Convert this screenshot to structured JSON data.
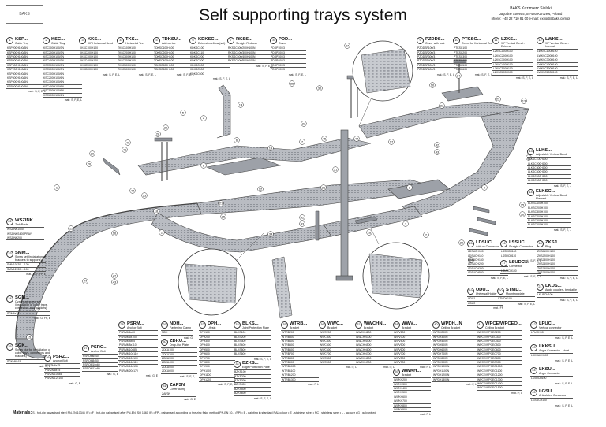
{
  "header": {
    "title": "Self supporting trays system",
    "logo_text": "BAKS",
    "company_name": "BAKS Kazimierz Sielski",
    "company_address": "Jagodne Street 5, 05-480 Karczew, Poland",
    "company_contact": "phone: +48 22 710 81 00 e-mail: export@baks.com.pl"
  },
  "parts": [
    {
      "num": "1",
      "code": "KSP...",
      "desc": "Cable Tray",
      "rows": [
        "KSP200H100/3N",
        "KSP300H100/3N",
        "KSP400H100/3N",
        "KSP500H100/3N",
        "KSP600H100/3N",
        "KSP200H100/6N",
        "KSP300H100/6N",
        "KSP400H100/6N",
        "KSP500H100/6N",
        "KSP600H100/6N"
      ],
      "mat": "mat.: S, F, E, L"
    },
    {
      "num": "2",
      "code": "KSC...",
      "desc": "Cable Tray",
      "rows": [
        "KSC100H100/3N",
        "KSC200H100/3N",
        "KSC300H100/3N",
        "KSC400H100/3N",
        "KSC500H100/3N",
        "KSC600H100/3N",
        "KSC100H100/6N",
        "KSC200H100/6N",
        "KSC300H100/6N",
        "KSC400H100/6N",
        "KSC500H100/6N",
        "KSC600H100/6N"
      ],
      "mat": "mat.: S, F, E, L"
    },
    {
      "num": "3",
      "code": "KKS...",
      "desc": "90° Horizontal Bend",
      "rows": [
        "KKSC100H100",
        "KKSC200H100",
        "KKSC300H100",
        "KKSC400H100",
        "KKSC500H100",
        "KKSC600H100"
      ],
      "mat": "mat.: S, F, E, L"
    },
    {
      "num": "4",
      "code": "TKS...",
      "desc": "Horizontal Tee",
      "rows": [
        "TKSC100H100",
        "TKSC200H100",
        "TKSC300H100",
        "TKSC400H100",
        "TKSC500H100",
        "TKSC600H100"
      ],
      "mat": "mat.: S, F, E, L"
    },
    {
      "num": "5",
      "code": "TDKSU...",
      "desc": "Add-on tee",
      "rows": [
        "TDKSC100H100",
        "TDKSC200H100",
        "TDKSC300H100",
        "TDKSC400H100",
        "TDKSC500H100",
        "TDKSC600H100"
      ],
      "mat": "mat.: S, F, E, L"
    },
    {
      "num": "6",
      "code": "KDKSC...",
      "desc": "Extension elbow (set)",
      "rows": [
        "KDKSC100",
        "KDKSC110",
        "KDKSC200",
        "KDKSC300",
        "KDKSC400",
        "KDKSC500",
        "KDKSC600"
      ],
      "mat": "mat.: S, F, E, L"
    },
    {
      "num": "7",
      "code": "RKSS...",
      "desc": "Straight Reducer",
      "rows": [
        "RKSSC300/200H100N",
        "RKSSC400/300H100N",
        "RKSSC500/400H100N",
        "RKSSC600/500H100N"
      ],
      "mat": "mat.: S, F, E, L"
    },
    {
      "num": "8",
      "code": "PDD...",
      "desc": "Cover",
      "rows": [
        "PDDP100/3",
        "PDDP200/3",
        "PDDP300/3",
        "PDDP400/3",
        "PDDP500/3",
        "PDDP600/3"
      ],
      "mat": "mat.: S, F, E, L"
    },
    {
      "num": "9",
      "code": "PZDDS...",
      "desc": "Cover with lock",
      "rows": [
        "PZDDSP100/3",
        "PZDDSP200/3",
        "PZDDSP300/3",
        "PZDDSP400/3",
        "PZDDSP500/3",
        "PZDDSP600/3"
      ],
      "mat": "mat.: S, F, E, L"
    },
    {
      "num": "10",
      "code": "PTKSC...",
      "desc": "Cover for Horizontal Tee",
      "rows": [
        "PTKSC100",
        "PTKSC200",
        "PTKSC300",
        "PTKSC400",
        "PTKSC500",
        "PTKSC600"
      ],
      "mat": "mat.: S, F, E, L"
    },
    {
      "num": "11",
      "code": "LZKS...",
      "desc": "90° Vertical Bend - External",
      "rows": [
        "LZKSC100H100",
        "LZKSC200H100",
        "LZKSC300H100",
        "LZKSC400H100",
        "LZKSC500H100",
        "LZKSC600H100"
      ],
      "mat": "mat.: S, F, E, L"
    },
    {
      "num": "12",
      "code": "LWKS...",
      "desc": "90° Vertical Bend - Internal",
      "rows": [
        "LWKSC100H100",
        "LWKSC200H100",
        "LWKSC300H100",
        "LWKSC400H100",
        "LWKSC500H100",
        "LWKSC600H100"
      ],
      "mat": "mat.: S, F, E, L"
    },
    {
      "num": "13",
      "code": "LLKS...",
      "desc": "Adjustable Vertical Bend",
      "rows": [
        "LLKSC100H100",
        "LLKSC200H100",
        "LLKSC300H100",
        "LLKSC400H100",
        "LLKSC500H100",
        "LLKSC600H100"
      ],
      "mat": "mat.: S, F, E, L"
    },
    {
      "num": "14",
      "code": "ELKSC...",
      "desc": "Adjustable Vertical Bend Element",
      "rows": [
        "ELKSC100H100",
        "ELKSC200H100",
        "ELKSC300H100",
        "ELKSC400H100",
        "ELKSC500H100",
        "ELKSC600H100"
      ],
      "mat": "mat.: S, F, E, L"
    },
    {
      "num": "15",
      "code": "LDSUC...",
      "desc": "Add-on Connector",
      "rows": [
        "LDSUCH100",
        "LDSUCH110",
        "LDSUCH150",
        "LDSUCH200",
        "LDSUCH300",
        "LDSUCH500"
      ],
      "mat": "mat.: S, F, E, L"
    },
    {
      "num": "16",
      "code": "LSSUC...",
      "desc": "Straight Connector",
      "rows": [
        "LSSUCH100",
        "LSSUCH110"
      ],
      "mat": "mat.: S, F, E, L"
    },
    {
      "num": "17",
      "code": "LSUDC...",
      "desc": "Connector",
      "rows": [
        "LSUDCH100"
      ],
      "mat": "mat.: S, F, E, L"
    },
    {
      "num": "18",
      "code": "ZKSJ...",
      "desc": "Plug",
      "rows": [
        "ZKSJ100H100",
        "ZKSJ200H100",
        "ZKSJ300H100",
        "ZKSJ400H100",
        "ZKSJ500H100",
        "ZKSJ600H100"
      ],
      "mat": "mat.: S, F, E, L"
    },
    {
      "num": "19",
      "code": "UDU...",
      "desc": "Universal Holder",
      "rows": [
        "UDU1",
        "UDU2"
      ],
      "mat": "mat.: FP"
    },
    {
      "num": "20",
      "code": "STMD...",
      "desc": "Mounting plate",
      "rows": [
        "STMDH100"
      ],
      "mat": "mat.: S, F, E, L"
    },
    {
      "num": "21",
      "code": "LKUS...",
      "desc": "Angle coupler - bendable",
      "rows": [
        "LKUSCH100"
      ],
      "mat": "mat.: S, F, E, L"
    },
    {
      "num": "22",
      "code": "WSZINK",
      "desc": "Zink Paste",
      "rows": [
        "WSZINK1000",
        "WSZINKS400/PRAY",
        "WSZINK200"
      ],
      "mat": ""
    },
    {
      "num": "23",
      "code": "SMM...",
      "desc": "Screw set (installation of brackets to supports)",
      "rows": [
        "SMM10x20 ... 120",
        "SMM12x30 ... 100"
      ],
      "mat": "mat.: G, F, FP, E"
    },
    {
      "num": "24",
      "code": "SGM...",
      "desc": "Oval head screw set (installation of cable trays, connectors and brackets)",
      "rows": [
        "SGM6x15"
      ],
      "mat": "mat.: G, FP, E"
    },
    {
      "num": "25",
      "code": "SGK...",
      "desc": "Screw Nut for (installation of cable trays, connectors and brackets)",
      "rows": [
        "SGKM6x15"
      ],
      "mat": "mat.: G, E"
    },
    {
      "num": "26",
      "code": "PSRZ...",
      "desc": "Anchor Bolt",
      "rows": [
        "PSRZM6x75",
        "PSRZM8x75",
        "PSRZM10x85",
        "PSRZM12x100"
      ],
      "mat": "mat.: G, E"
    },
    {
      "num": "27",
      "code": "PSRO...",
      "desc": "Anchor Bolt",
      "rows": [
        "PSROM6x40",
        "PSROM8x50",
        "PSROM10x60",
        "PSROM12x80"
      ],
      "mat": "mat.: G, E"
    },
    {
      "num": "28",
      "code": "PSRM...",
      "desc": "Anchor Bolt",
      "rows": [
        "PSRMM6x60",
        "PSRMM6x100",
        "PSRMM8x65",
        "PSRMM8x110",
        "PSRMM10x85",
        "PSRMM10x110",
        "PSRMM12x100",
        "PSRMM16x115",
        "PSRMM16x135",
        "PSRMM20x170"
      ],
      "mat": "mat.: G, E"
    },
    {
      "num": "29",
      "code": "NDH...",
      "desc": "Fastening Clamp",
      "rows": [
        "NDH"
      ],
      "mat": "mat.: G"
    },
    {
      "num": "30",
      "code": "ZDKU...",
      "desc": "Drop-Out Plate",
      "rows": [
        "ZDKU100",
        "ZDKU200",
        "ZDKU300",
        "ZDKU400",
        "ZDKU500",
        "ZDKU600"
      ],
      "mat": "mat.: S, F, E, L"
    },
    {
      "num": "31",
      "code": "ZAP3N",
      "desc": "Cover clamp",
      "rows": [
        "ZAP3N"
      ],
      "mat": "mat.: G, E"
    },
    {
      "num": "32",
      "code": "DPH...",
      "desc": "Lifesin",
      "rows": [
        "DPH100",
        "DPH200",
        "DPH300",
        "DPH400",
        "DPH500",
        "DPH600",
        "DPH700",
        "DPH800",
        "DPH900",
        "DPH1000",
        "DPH1100",
        "DPH1200"
      ],
      "mat": "mat.: S, F, E, L"
    },
    {
      "num": "33",
      "code": "BLKS...",
      "desc": "Joint Protection Plate",
      "rows": [
        "BLKS100",
        "BLKS200",
        "BLKS300",
        "BLKS400",
        "BLKS500",
        "BLKS600"
      ],
      "mat": "mat.: S, F, E, L"
    },
    {
      "num": "34",
      "code": "BZKS...",
      "desc": "Edge Protection Plate",
      "rows": [
        "BZKS100",
        "BZKS200",
        "BZKS300",
        "BZKS400",
        "BZKS500",
        "BZKS600"
      ],
      "mat": "mat.: S, F, E, L"
    },
    {
      "num": "35",
      "code": "WTRB...",
      "desc": "Bracket",
      "rows": [
        "WTRB200",
        "WTRB300",
        "WTRB400",
        "WTRB500",
        "WTRB600",
        "WTRB700",
        "WTRB800",
        "WTRB900",
        "WTRB1000",
        "WTRB1100",
        "WTRB1200",
        "WTRB1300"
      ],
      "mat": "mat.: F, L"
    },
    {
      "num": "36",
      "code": "WWC...",
      "desc": "Bracket",
      "rows": [
        "WWC200",
        "WWC300",
        "WWC400",
        "WWC500",
        "WWC600",
        "WWC700",
        "WWC800",
        "WWC900"
      ],
      "mat": "mat.: F, L"
    },
    {
      "num": "37",
      "code": "WWCHN...",
      "desc": "Bracket",
      "rows": [
        "WWCHN200",
        "WWCHN300",
        "WWCHN400",
        "WWCHN500",
        "WWCHN600",
        "WWCHN700",
        "WWCHN800",
        "WWCHN900"
      ],
      "mat": "mat.: F, L"
    },
    {
      "num": "38",
      "code": "WWV...",
      "desc": "Bracket",
      "rows": [
        "WWV200",
        "WWV300",
        "WWV400",
        "WWV500",
        "WWV600",
        "WWV700",
        "WWV800",
        "WWV900"
      ],
      "mat": "mat.: F, L"
    },
    {
      "num": "39",
      "code": "WWKH...",
      "desc": "Bracket",
      "rows": [
        "WWKH200",
        "WWKH300",
        "WWKH400",
        "WWKH500",
        "WWKH600",
        "WWKH700",
        "WWKH800",
        "WWKH900"
      ],
      "mat": "mat.: F, L"
    },
    {
      "num": "40",
      "code": "WPDH...N",
      "desc": "Ceiling Bracket",
      "rows": [
        "WPDH200N",
        "WPDH300N",
        "WPDH400N",
        "WPDH500N",
        "WPDH600N",
        "WPDH700N",
        "WPDH800N",
        "WPDH900N",
        "WPDH1000N",
        "WPDH1100N",
        "WPDH1200N",
        "WPDH1300N"
      ],
      "mat": "mat.: F, L"
    },
    {
      "num": "41",
      "code": "WPCE/WPCEO...",
      "desc": "Ceiling Bracket",
      "rows": [
        "WPCE/WPCEO200",
        "WPCE/WPCEO300",
        "WPCE/WPCEO400",
        "WPCE/WPCEO500",
        "WPCE/WPCEO600",
        "WPCE/WPCEO700",
        "WPCE/WPCEO800",
        "WPCE/WPCEO900",
        "WPCE/WPCEO1000",
        "WPCE/WPCEO1100",
        "WPCE/WPCEO1200",
        "WPCE/WPCEO1300",
        "WPCE/WPCEO1400",
        "WPCE/WPCEO1500"
      ],
      "mat": "mat.: F, L"
    },
    {
      "num": "42",
      "code": "LPUC...",
      "desc": "Vertical connector",
      "rows": [
        "LPUCH100"
      ],
      "mat": "mat.: S, F, E, L"
    },
    {
      "num": "43",
      "code": "LKKSU...",
      "desc": "Angle Connector - short",
      "rows": [
        "LKKSUCH100"
      ],
      "mat": "mat.: S, F, E, L"
    },
    {
      "num": "44",
      "code": "LKSU...",
      "desc": "Angle Connector",
      "rows": [
        "LKSUCH100"
      ],
      "mat": "mat.: S, F, E, L"
    },
    {
      "num": "45",
      "code": "LGSU...",
      "desc": "Articulated Connector",
      "rows": [
        "LGSUCH100"
      ],
      "mat": "mat.: S, F, E, L"
    }
  ],
  "materials": {
    "label": "Materials:",
    "text": "S - hot-dip galvanised steel PN-EN 10346 (S) • F - hot-dip galvanised after PN-EN ISO 1461 (F) • FP - galvanised according to the zinc flake method PN-EN 10... (FP) • E - painting in standard RAL colour • E - stainless steel • NC - stainless steel • L - lacquer • G - galvanised"
  },
  "colors": {
    "tray": "#b9bcc2",
    "tray_dark": "#7d8189",
    "tray_light": "#dcdee2",
    "line": "#333333"
  }
}
